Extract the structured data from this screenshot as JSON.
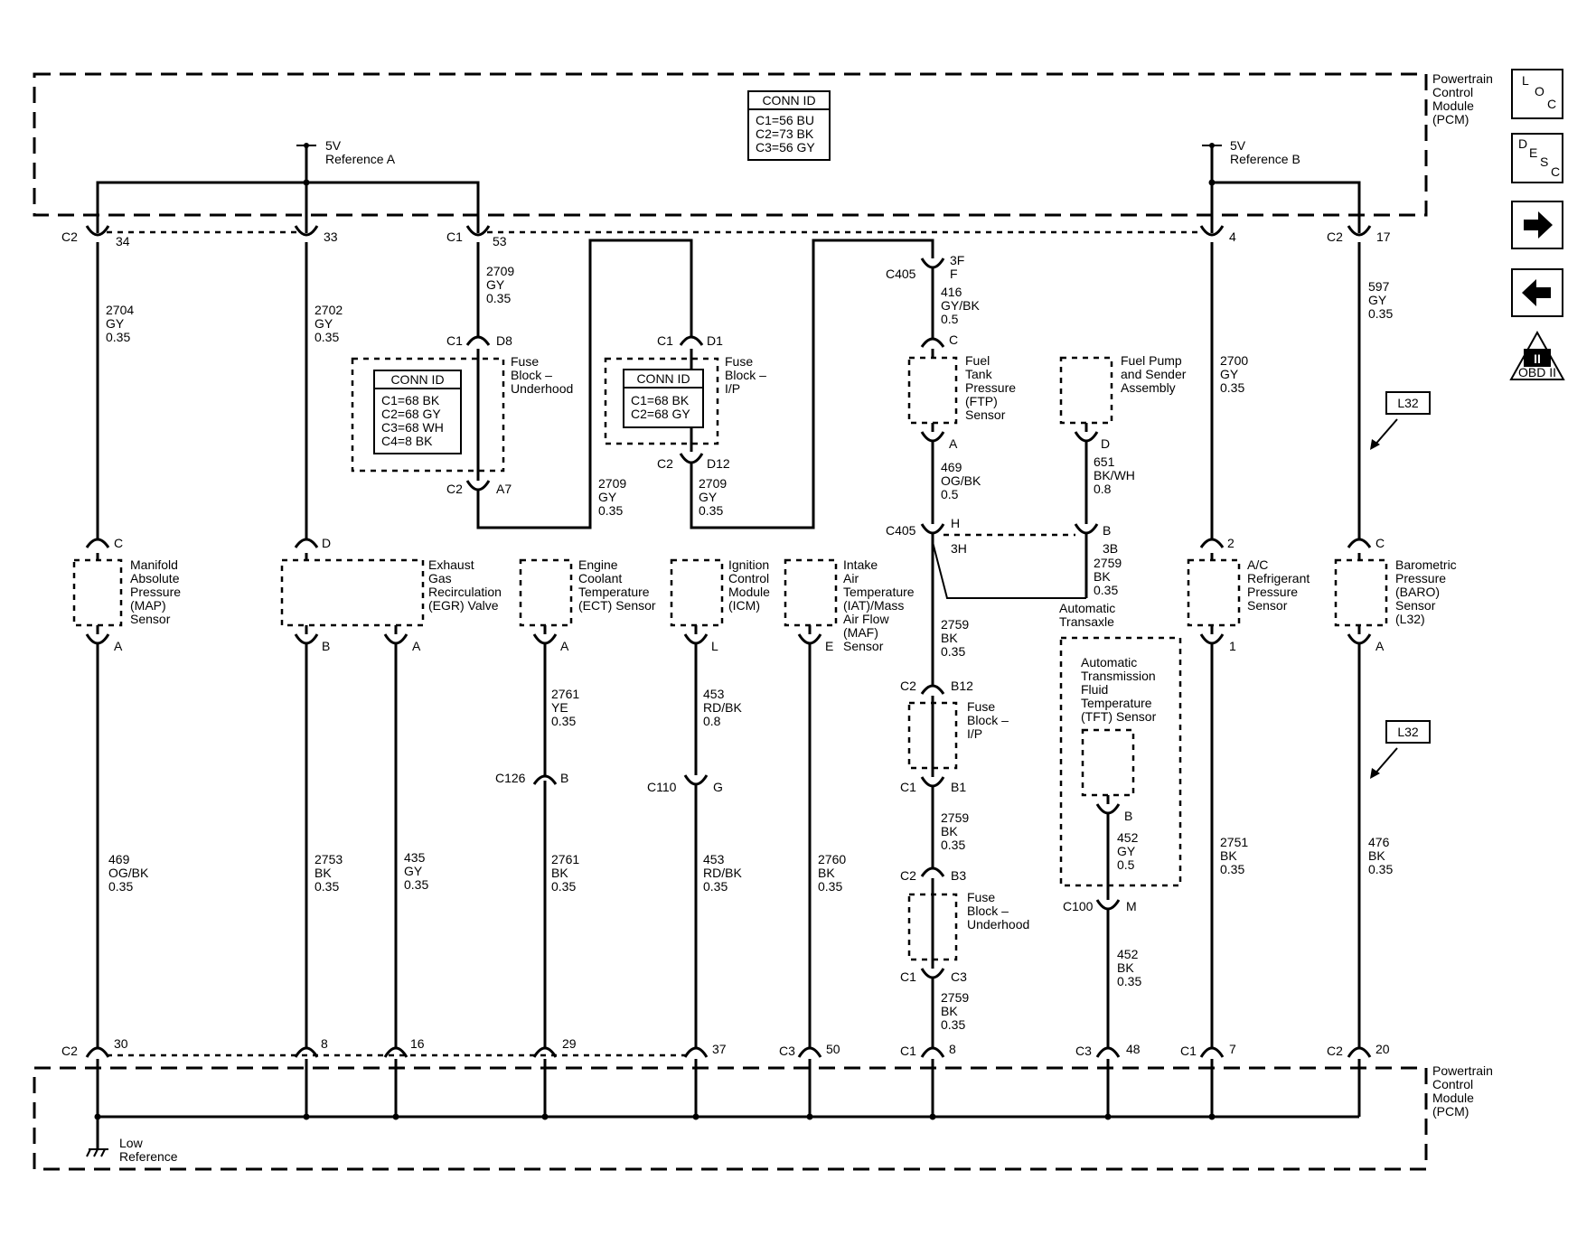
{
  "pcm_top": {
    "title": "Powertrain\nControl\nModule\n(PCM)"
  },
  "pcm_bottom": {
    "title": "Powertrain\nControl\nModule\n(PCM)"
  },
  "pcm_conn_id": {
    "header": "CONN ID",
    "lines": [
      "C1=56 BU",
      "C2=73 BK",
      "C3=56 GY"
    ]
  },
  "ref_a": {
    "voltage": "5V",
    "label": "Reference A"
  },
  "ref_b": {
    "voltage": "5V",
    "label": "Reference B"
  },
  "low_reference": "Low\nReference",
  "top_pins": [
    {
      "conn": "C2",
      "pin": "34"
    },
    {
      "conn": "",
      "pin": "33"
    },
    {
      "conn": "C1",
      "pin": "53"
    },
    {
      "conn": "",
      "pin": "4"
    },
    {
      "conn": "C2",
      "pin": "17"
    }
  ],
  "bottom_pins": [
    {
      "conn": "C2",
      "pin": "30"
    },
    {
      "conn": "",
      "pin": "8"
    },
    {
      "conn": "",
      "pin": "16"
    },
    {
      "conn": "",
      "pin": "29"
    },
    {
      "conn": "",
      "pin": "37"
    },
    {
      "conn": "C3",
      "pin": "50"
    },
    {
      "conn": "C1",
      "pin": "8"
    },
    {
      "conn": "C3",
      "pin": "48"
    },
    {
      "conn": "C1",
      "pin": "7"
    },
    {
      "conn": "C2",
      "pin": "20"
    }
  ],
  "wires": {
    "w2704": "2704\nGY\n0.35",
    "w2702": "2702\nGY\n0.35",
    "w2709a": "2709\nGY\n0.35",
    "w2709b": "2709\nGY\n0.35",
    "w2709c": "2709\nGY\n0.35",
    "w416": "416\nGY/BK\n0.5",
    "w469ftp": "469\nOG/BK\n0.5",
    "w651": "651\nBK/WH\n0.8",
    "w2700": "2700\nGY\n0.35",
    "w597": "597\nGY\n0.35",
    "w469map": "469\nOG/BK\n0.35",
    "w2753": "2753\nBK\n0.35",
    "w435": "435\nGY\n0.35",
    "w2761ye": "2761\nYE\n0.35",
    "w2761bk": "2761\nBK\n0.35",
    "w453a": "453\nRD/BK\n0.8",
    "w453b": "453\nRD/BK\n0.35",
    "w2760": "2760\nBK\n0.35",
    "w2759a": "2759\nBK\n0.35",
    "w2759b": "2759\nBK\n0.35",
    "w2759c": "2759\nBK\n0.35",
    "w2759d": "2759\nBK\n0.35",
    "w452a": "452\nGY\n0.5",
    "w452b": "452\nBK\n0.35",
    "w2751": "2751\nBK\n0.35",
    "w476": "476\nBK\n0.35"
  },
  "fuse_underhood": {
    "label": "Fuse\nBlock –\nUnderhood",
    "conn_header": "CONN ID",
    "conn_lines": [
      "C1=68 BK",
      "C2=68 GY",
      "C3=68 WH",
      "C4=8 BK"
    ],
    "pin_top": {
      "conn": "C1",
      "pin": "D8"
    },
    "pin_bottom": {
      "conn": "C2",
      "pin": "A7"
    }
  },
  "fuse_ip": {
    "label": "Fuse\nBlock –\nI/P",
    "conn_header": "CONN ID",
    "conn_lines": [
      "C1=68 BK",
      "C2=68 GY"
    ],
    "pin_top": {
      "conn": "C1",
      "pin": "D1"
    },
    "pin_bottom": {
      "conn": "C2",
      "pin": "D12"
    }
  },
  "c405_top": {
    "conn": "C405",
    "pin": "F",
    "pin2": "3F"
  },
  "c405_mid": {
    "conn": "C405",
    "pin": "H",
    "pin2": "3H",
    "pin_b": "B",
    "pin_b2": "3B"
  },
  "ftp_sensor": {
    "label": "Fuel\nTank\nPressure\n(FTP)\nSensor",
    "pin_top": "C",
    "pin_bottom": "A"
  },
  "fuel_pump": {
    "label": "Fuel Pump\nand Sender\nAssembly",
    "pin_bottom": "D"
  },
  "map_sensor": {
    "label": "Manifold\nAbsolute\nPressure\n(MAP)\nSensor",
    "pin_top": "C",
    "pin_bottom": "A"
  },
  "egr_valve": {
    "label": "Exhaust\nGas\nRecirculation\n(EGR) Valve",
    "pin_top": "D",
    "pin_b": "B",
    "pin_a": "A"
  },
  "ect_sensor": {
    "label": "Engine\nCoolant\nTemperature\n(ECT) Sensor",
    "pin_bottom": "A"
  },
  "icm": {
    "label": "Ignition\nControl\nModule\n(ICM)",
    "pin_bottom": "L"
  },
  "iat_sensor": {
    "label": "Intake\nAir\nTemperature\n(IAT)/Mass\nAir Flow\n(MAF)\nSensor",
    "pin_bottom": "E"
  },
  "ac_sensor": {
    "label": "A/C\nRefrigerant\nPressure\nSensor",
    "pin_top": "2",
    "pin_bottom": "1"
  },
  "baro_sensor": {
    "label": "Barometric\nPressure\n(BARO)\nSensor\n(L32)",
    "pin_top": "C",
    "pin_bottom": "A"
  },
  "transaxle": {
    "label": "Automatic\nTransaxle",
    "tft_label": "Automatic\nTransmission\nFluid\nTemperature\n(TFT) Sensor",
    "pin_b": "B"
  },
  "c126": {
    "conn": "C126",
    "pin": "B"
  },
  "c110": {
    "conn": "C110",
    "pin": "G"
  },
  "c100": {
    "conn": "C100",
    "pin": "M"
  },
  "fuse_ip_lower": {
    "label": "Fuse\nBlock –\nI/P",
    "pin_top": {
      "conn": "C2",
      "pin": "B12"
    },
    "pin_bottom": {
      "conn": "C1",
      "pin": "B1"
    }
  },
  "fuse_uh_lower": {
    "label": "Fuse\nBlock –\nUnderhood",
    "pin_top": {
      "conn": "C2",
      "pin": "B3"
    },
    "pin_bottom": {
      "conn": "C1",
      "pin": "C3"
    }
  },
  "l32_tags": [
    "L32",
    "L32"
  ],
  "side_buttons": {
    "loc": {
      "l1": "L",
      "l2": "O",
      "l3": "C"
    },
    "desc": {
      "l1": "D",
      "l2": "E",
      "l3": "S",
      "l4": "C"
    },
    "obd": {
      "roman": "II",
      "text": "OBD II"
    }
  }
}
